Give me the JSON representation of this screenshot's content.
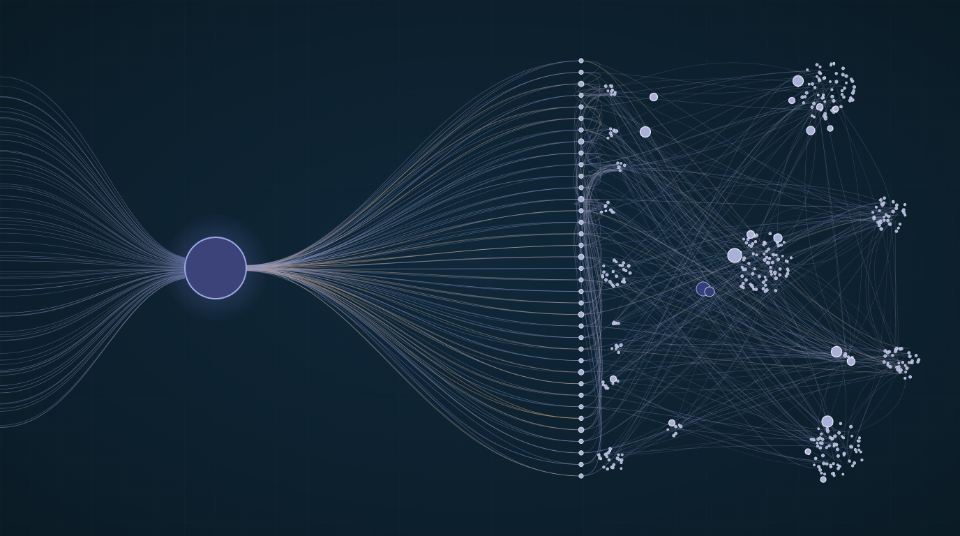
{
  "palette": {
    "background_center": "#10283a",
    "background_edge": "#0a1a24",
    "grid": "#1a3442",
    "edge_primary": "#8f97c6",
    "edge_accent": "#c8a47e",
    "node_fill": "#aab0d8",
    "node_stroke": "#e8ebf7",
    "source_fill": "#3b4378",
    "source_ring": "#9fa8e6",
    "source_glow": "#6f7bd6",
    "hub_dark": "#34407a"
  },
  "diagram": {
    "type": "network-flow",
    "source_node": {
      "name": "source-node",
      "shape": "circle-glow"
    },
    "layers": [
      {
        "name": "input-fan",
        "line_count": 70
      },
      {
        "name": "gate-column",
        "node_count": 37
      },
      {
        "name": "mid-clusters",
        "cluster_count": 10
      },
      {
        "name": "hub-clusters",
        "cluster_count": 6
      }
    ]
  }
}
